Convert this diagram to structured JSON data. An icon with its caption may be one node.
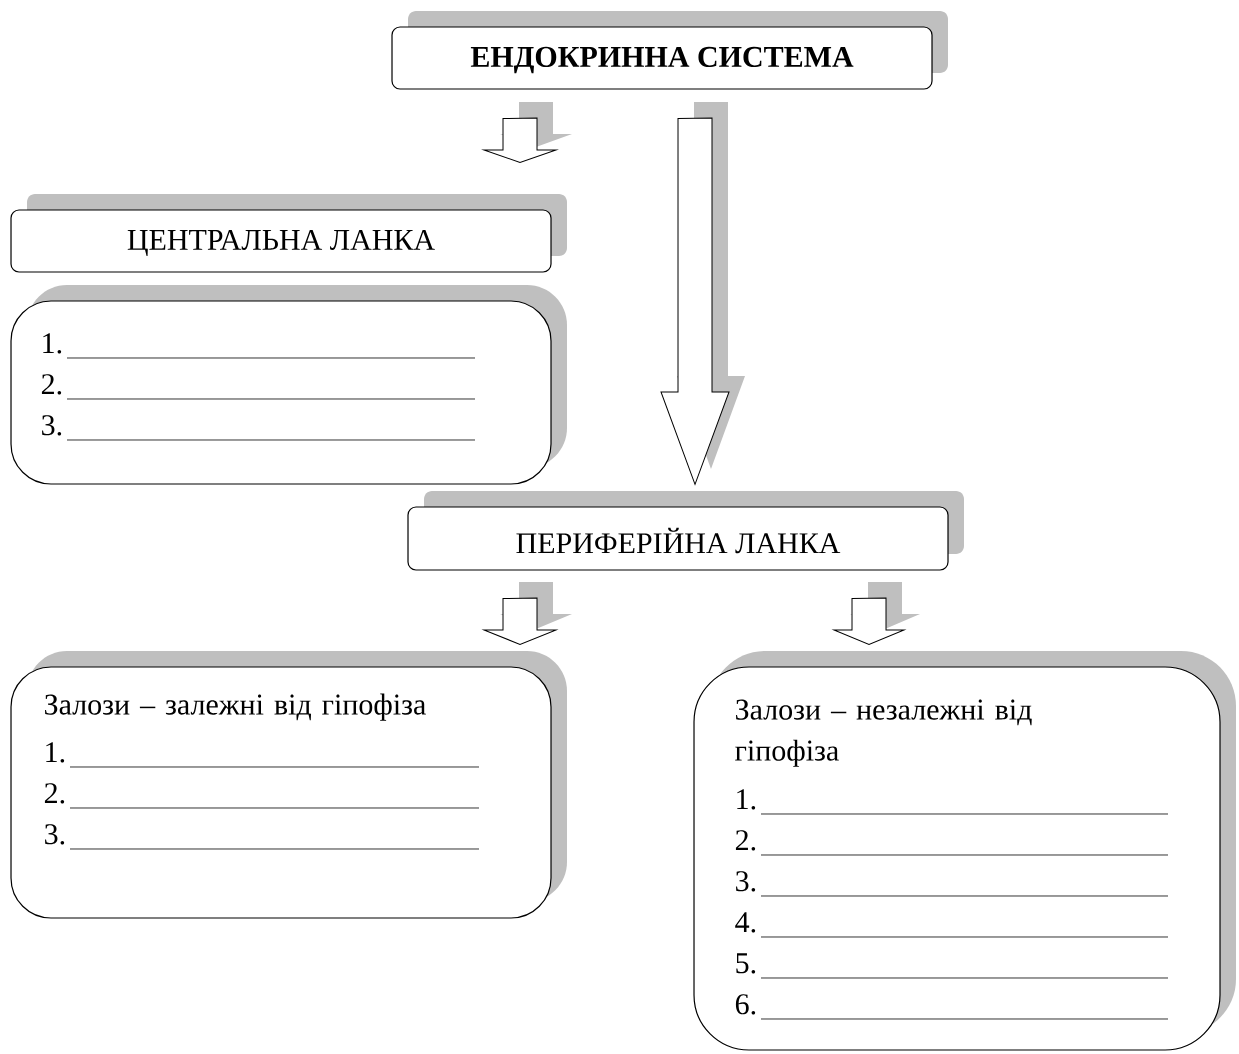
{
  "diagram": {
    "nodes": [
      {
        "text": [
          "ЕНДОКРИННА СИСТЕМА"
        ]
      },
      {
        "text": [
          "ЦЕНТРАЛЬНА ЛАНКА"
        ]
      },
      {
        "text": [
          "1.",
          "2.",
          "3."
        ]
      },
      {
        "text": [
          "ПЕРИФЕРІЙНА ЛАНКА"
        ]
      },
      {
        "text": [
          "Залози – залежні від гіпофіза",
          "1.",
          "2.",
          "3."
        ]
      },
      {
        "text": [
          "Залози – незалежні від гіпофіза",
          "1.",
          "2.",
          "3.",
          "4.",
          "5.",
          "6."
        ]
      }
    ],
    "edges": [
      {
        "from": 0,
        "to": 1,
        "arrow": "to"
      },
      {
        "from": 0,
        "to": 3,
        "arrow": "to"
      },
      {
        "from": 3,
        "to": 4,
        "arrow": "to"
      },
      {
        "from": 3,
        "to": 5,
        "arrow": "to"
      }
    ]
  }
}
